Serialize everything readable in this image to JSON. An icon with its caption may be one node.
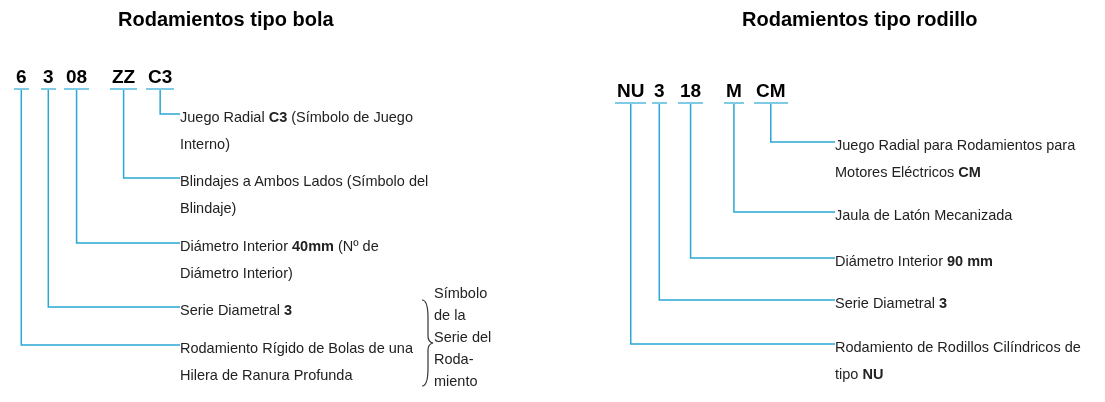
{
  "diagram": {
    "nodes": [
      {
        "text": [
          "6"
        ]
      },
      {
        "text": [
          "3"
        ]
      },
      {
        "text": [
          "08"
        ]
      },
      {
        "text": [
          "ZZ"
        ]
      },
      {
        "text": [
          "C3"
        ]
      },
      {
        "text": [
          "Juego Radial **C3** (Símbolo de Juego Interno)"
        ]
      },
      {
        "text": [
          "Blindajes a Ambos Lados (Símbolo del Blindaje)"
        ]
      },
      {
        "text": [
          "Diámetro Interior **40mm** (Nº de Diámetro Interior)"
        ]
      },
      {
        "text": [
          "Serie Diametral **3**"
        ]
      },
      {
        "text": [
          "Rodamiento Rígido de Bolas de una Hilera de Ranura Profunda"
        ]
      },
      {
        "text": [
          "NU"
        ]
      },
      {
        "text": [
          "3"
        ]
      },
      {
        "text": [
          "18"
        ]
      },
      {
        "text": [
          "M"
        ]
      },
      {
        "text": [
          "CM"
        ]
      },
      {
        "text": [
          "Juego Radial para Rodamientos para Motores Eléctricos **CM**"
        ]
      },
      {
        "text": [
          "Jaula de Latón Mecanizada"
        ]
      },
      {
        "text": [
          "Diámetro Interior **90 mm**"
        ]
      },
      {
        "text": [
          "Serie Diametral **3**"
        ]
      },
      {
        "text": [
          "Rodamiento de Rodillos Cilíndricos de tipo **NU**"
        ]
      }
    ],
    "edges": [
      {
        "from": 4,
        "to": 5,
        "arrow": "none"
      },
      {
        "from": 3,
        "to": 6,
        "arrow": "none"
      },
      {
        "from": 2,
        "to": 7,
        "arrow": "none"
      },
      {
        "from": 1,
        "to": 8,
        "arrow": "none"
      },
      {
        "from": 0,
        "to": 9,
        "arrow": "none"
      },
      {
        "from": 14,
        "to": 15,
        "arrow": "none"
      },
      {
        "from": 13,
        "to": 16,
        "arrow": "none"
      },
      {
        "from": 12,
        "to": 17,
        "arrow": "none"
      },
      {
        "from": 11,
        "to": 18,
        "arrow": "none"
      },
      {
        "from": 10,
        "to": 19,
        "arrow": "none"
      }
    ],
    "labels": [
      "Rodamientos tipo bola",
      "Rodamientos tipo rodillo",
      "Símbolo de la Serie del Roda-miento"
    ]
  }
}
